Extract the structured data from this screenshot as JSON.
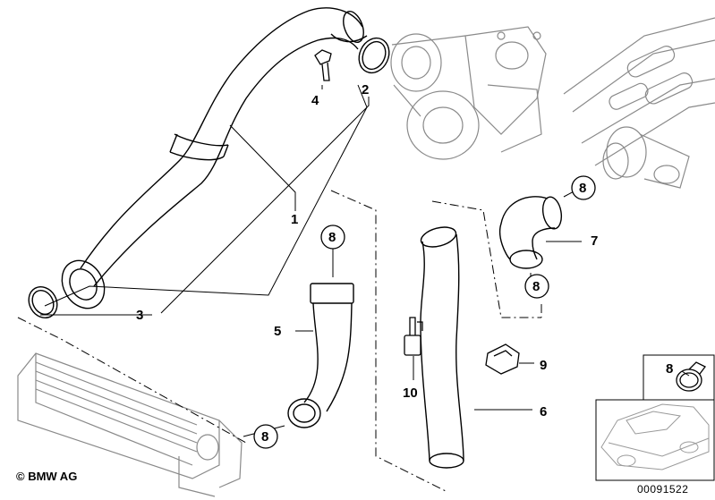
{
  "callouts": {
    "c1": "1",
    "c2": "2",
    "c3": "3",
    "c4": "4",
    "c5": "5",
    "c6": "6",
    "c7": "7",
    "c8": "8",
    "c9": "9",
    "c10": "10"
  },
  "copyright": "© BMW AG",
  "document_number": "00091522",
  "colors": {
    "line": "#000000",
    "ghost_parts": "#8a8a8a",
    "background": "#ffffff"
  }
}
